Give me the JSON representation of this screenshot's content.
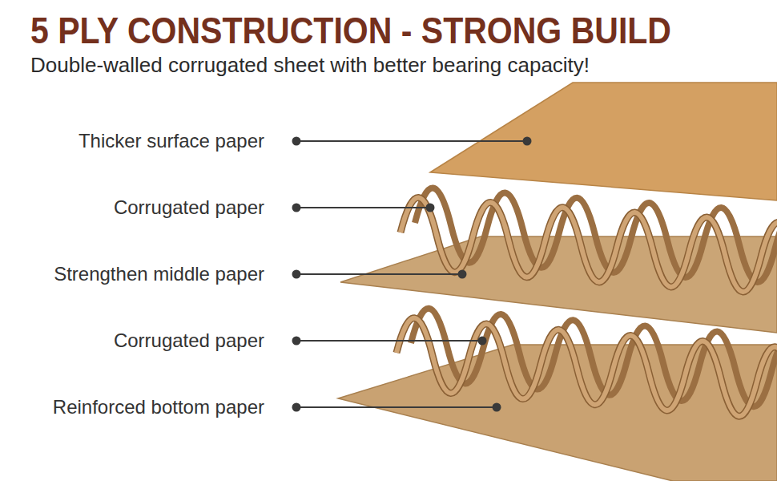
{
  "diagram": {
    "title": "5 PLY CONSTRUCTION - STRONG BUILD",
    "labels": [
      "Double-walled corrugated sheet with better bearing capacity!",
      "Thicker surface paper",
      "Corrugated paper",
      "Strengthen middle paper",
      "Corrugated paper",
      "Reinforced bottom paper"
    ]
  }
}
